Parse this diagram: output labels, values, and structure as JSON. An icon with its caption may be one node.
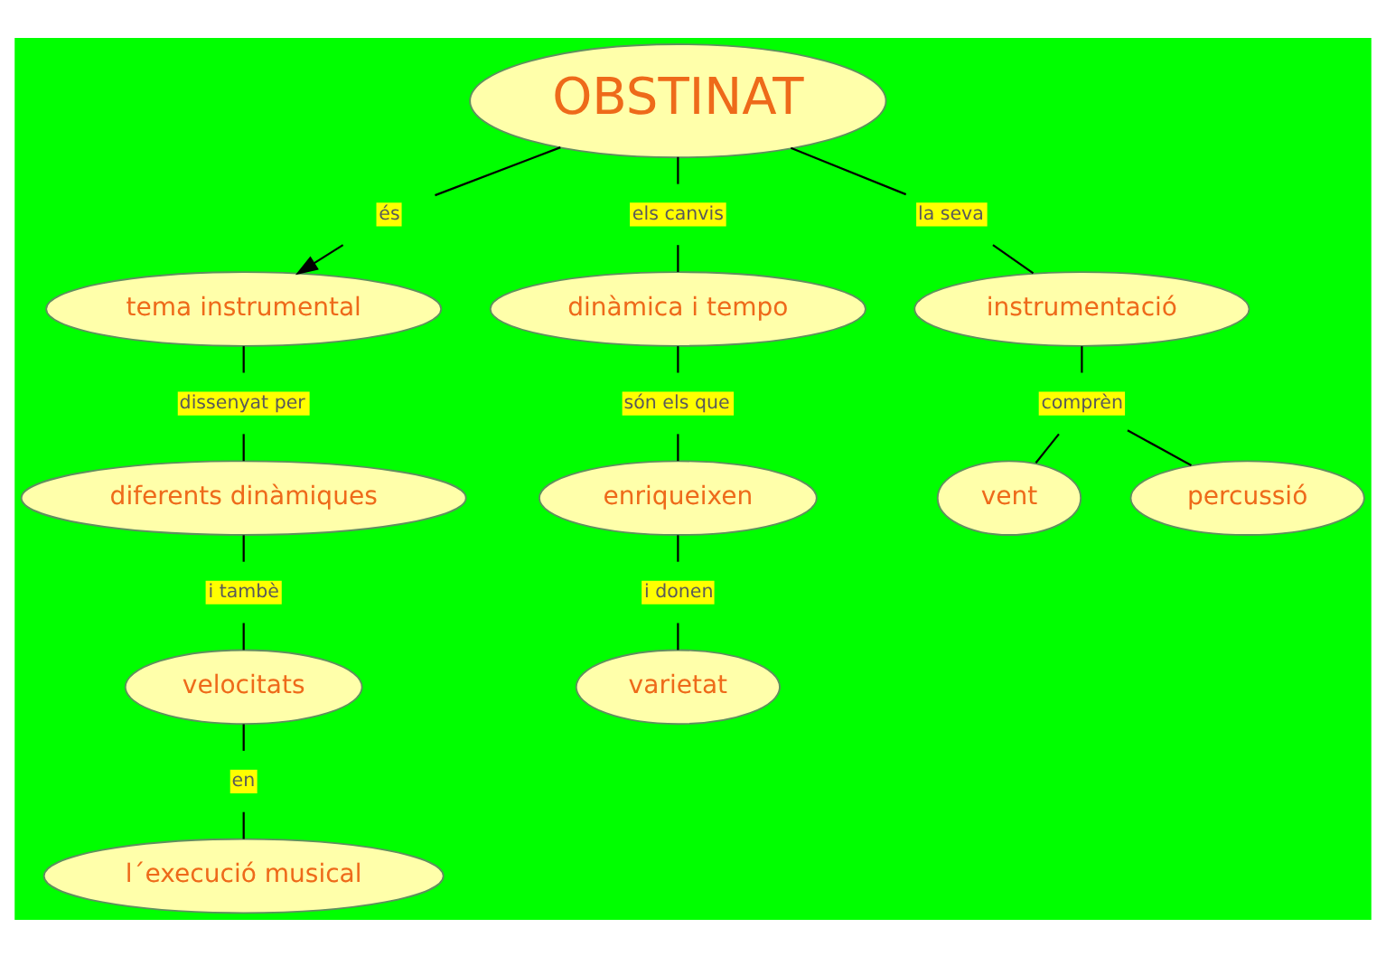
{
  "diagram": {
    "nodes": [
      {
        "text": [
          "OBSTINAT"
        ]
      },
      {
        "text": [
          "és"
        ]
      },
      {
        "text": [
          "tema instrumental"
        ]
      },
      {
        "text": [
          "els canvis"
        ]
      },
      {
        "text": [
          "la seva"
        ]
      },
      {
        "text": [
          "dinàmica i tempo"
        ]
      },
      {
        "text": [
          "instrumentació"
        ]
      },
      {
        "text": [
          "dissenyat per"
        ]
      },
      {
        "text": [
          "són els que"
        ]
      },
      {
        "text": [
          "comprèn"
        ]
      },
      {
        "text": [
          "diferents dinàmiques"
        ]
      },
      {
        "text": [
          "enriqueixen"
        ]
      },
      {
        "text": [
          "vent"
        ]
      },
      {
        "text": [
          "percussió"
        ]
      },
      {
        "text": [
          "i tambè"
        ]
      },
      {
        "text": [
          "i donen"
        ]
      },
      {
        "text": [
          "velocitats"
        ]
      },
      {
        "text": [
          "varietat"
        ]
      },
      {
        "text": [
          "en"
        ]
      },
      {
        "text": [
          "l´execució musical"
        ]
      }
    ],
    "edges": [
      {
        "from": 0,
        "to": 1,
        "arrow": "none"
      },
      {
        "from": 1,
        "to": 2,
        "arrow": "to"
      },
      {
        "from": 0,
        "to": 3,
        "arrow": "none"
      },
      {
        "from": 3,
        "to": 5,
        "arrow": "none"
      },
      {
        "from": 0,
        "to": 4,
        "arrow": "none"
      },
      {
        "from": 4,
        "to": 6,
        "arrow": "none"
      },
      {
        "from": 2,
        "to": 7,
        "arrow": "none"
      },
      {
        "from": 7,
        "to": 10,
        "arrow": "none"
      },
      {
        "from": 5,
        "to": 8,
        "arrow": "none"
      },
      {
        "from": 8,
        "to": 11,
        "arrow": "none"
      },
      {
        "from": 6,
        "to": 9,
        "arrow": "none"
      },
      {
        "from": 9,
        "to": 12,
        "arrow": "none"
      },
      {
        "from": 9,
        "to": 13,
        "arrow": "none"
      },
      {
        "from": 10,
        "to": 14,
        "arrow": "none"
      },
      {
        "from": 14,
        "to": 16,
        "arrow": "none"
      },
      {
        "from": 11,
        "to": 15,
        "arrow": "none"
      },
      {
        "from": 15,
        "to": 17,
        "arrow": "none"
      },
      {
        "from": 16,
        "to": 18,
        "arrow": "none"
      },
      {
        "from": 18,
        "to": 19,
        "arrow": "none"
      }
    ]
  }
}
